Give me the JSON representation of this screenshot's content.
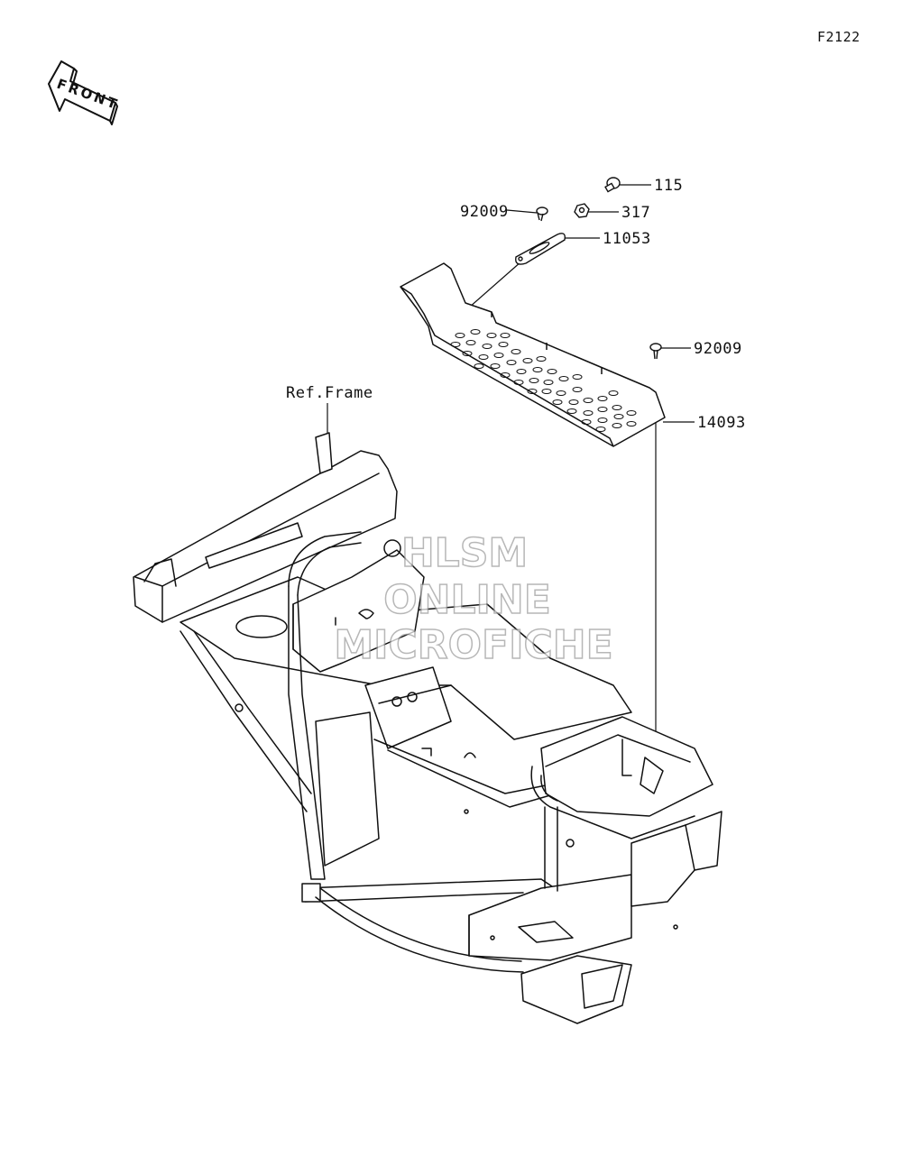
{
  "figure_code": "F2122",
  "front_label": "FRONT",
  "ref_label": "Ref.Frame",
  "parts": [
    {
      "id": "p115",
      "number": "115"
    },
    {
      "id": "p92009a",
      "number": "92009"
    },
    {
      "id": "p317",
      "number": "317"
    },
    {
      "id": "p11053",
      "number": "11053"
    },
    {
      "id": "p92009b",
      "number": "92009"
    },
    {
      "id": "p14093",
      "number": "14093"
    }
  ],
  "watermark": {
    "line1": "HLSM",
    "line2": "ONLINE",
    "line3": "MICROFICHE"
  }
}
